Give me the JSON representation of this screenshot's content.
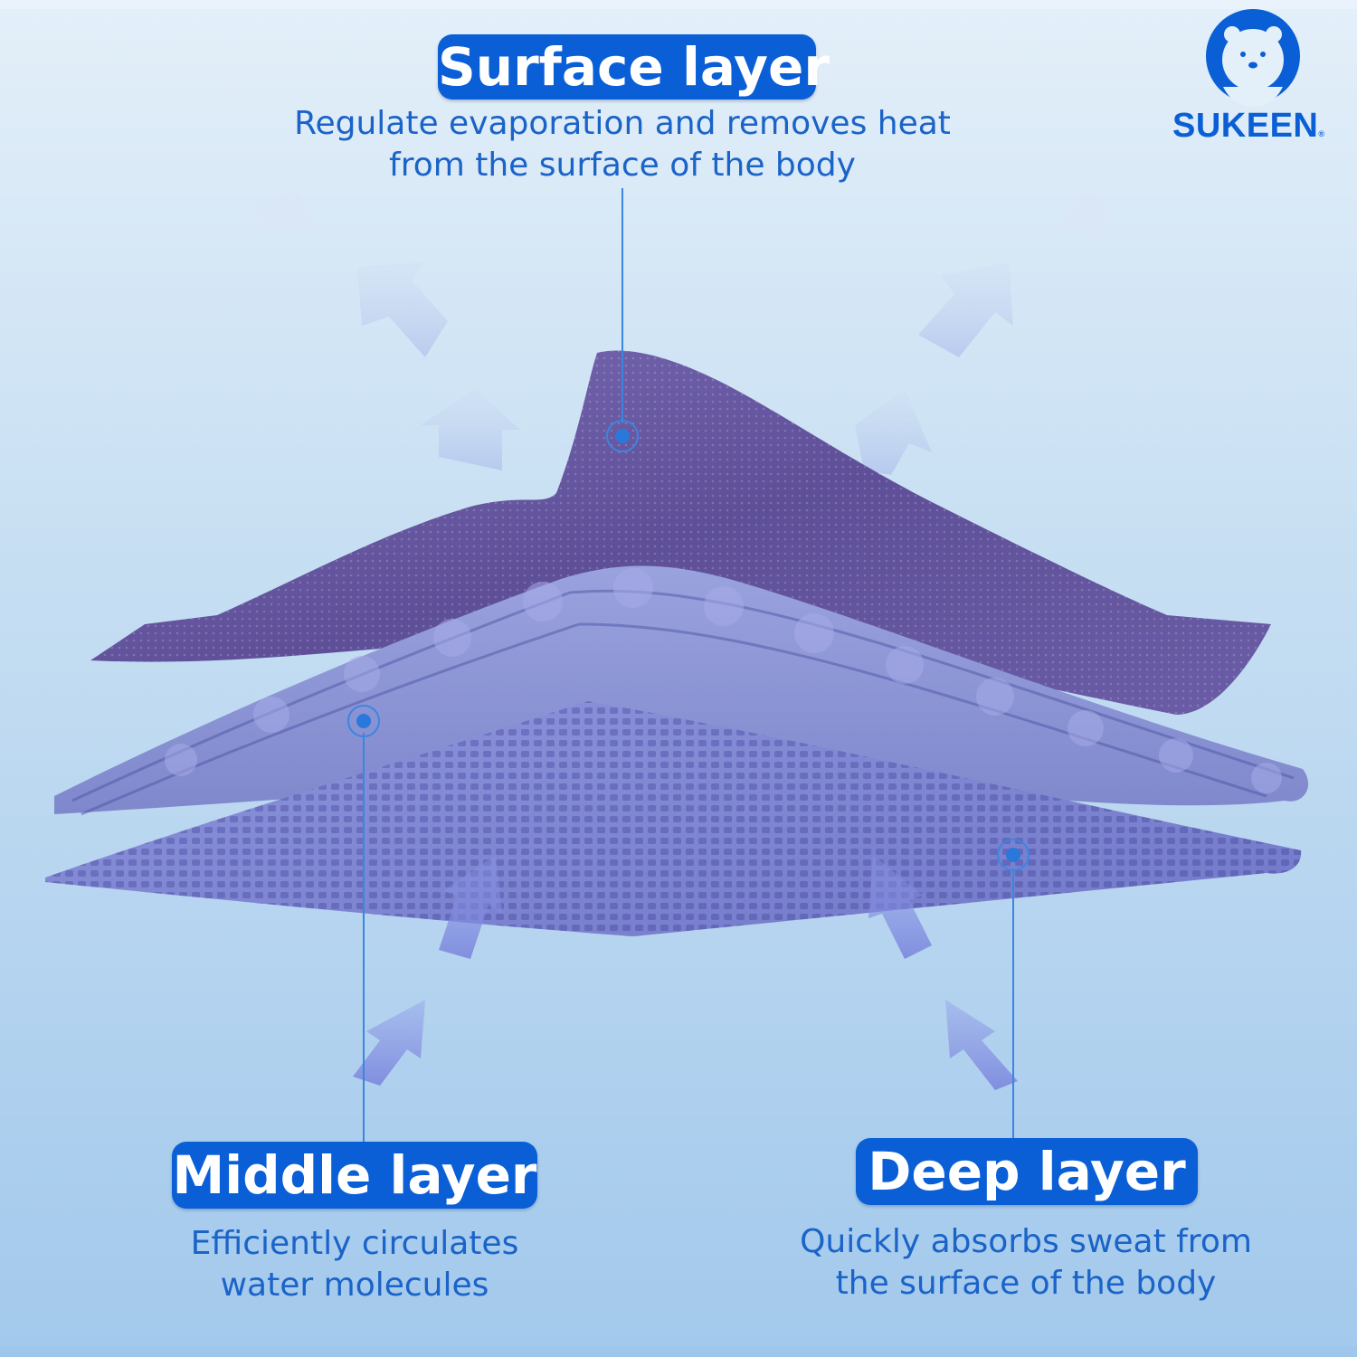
{
  "brand": {
    "name": "SUKEEN",
    "registered_mark": "®",
    "color": "#0a5fd6"
  },
  "layers": {
    "surface": {
      "title": "Surface layer",
      "description_line1": "Regulate evaporation and removes heat",
      "description_line2": "from the surface of the body"
    },
    "middle": {
      "title": "Middle layer",
      "description_line1": "Efficiently circulates",
      "description_line2": "water molecules"
    },
    "deep": {
      "title": "Deep layer",
      "description_line1": "Quickly absorbs sweat from",
      "description_line2": "the surface of the body"
    }
  },
  "colors": {
    "accent": "#0a5fd6",
    "text": "#1a63c8",
    "surface_fabric": "#6b5ca8",
    "middle_fabric": "#8e96d6",
    "deep_fabric": "#7f86d4",
    "pointer_line": "#3a86e0"
  }
}
